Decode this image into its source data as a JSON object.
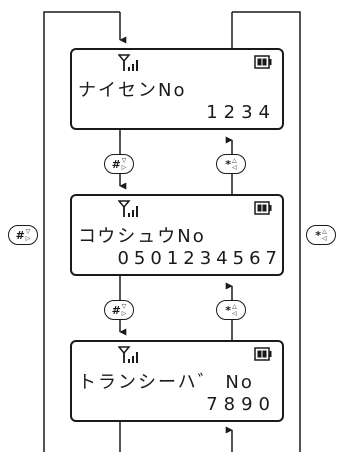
{
  "screens": [
    {
      "label": "ナイセンNo",
      "value": "1234"
    },
    {
      "label": "コウシュウNo",
      "value": "0501234567"
    },
    {
      "label": "トランシーハ゛ No",
      "value": "7890"
    }
  ],
  "keys": {
    "hash": "#",
    "star": "*",
    "down_arrow": "▽",
    "up_arrow": "△",
    "right_arrow": "▷",
    "left_arrow": "◁"
  },
  "icons": {
    "signal": "antenna-signal-icon",
    "battery": "battery-icon"
  },
  "colors": {
    "ink": "#1a1a1a",
    "background": "#ffffff"
  }
}
